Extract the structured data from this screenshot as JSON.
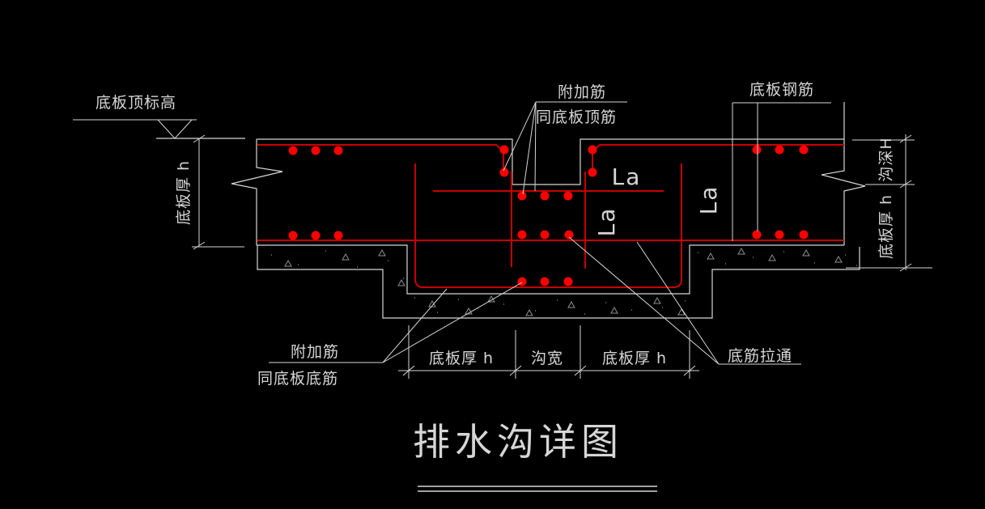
{
  "colors": {
    "background": "#000000",
    "line": "#d6d6d6",
    "rebar_line": "#c80000",
    "rebar_dot": "#ff0000",
    "texture": "#8f8f8f"
  },
  "drawing": {
    "title": "排水沟详图",
    "elevation_label": "底板顶标高",
    "dim_slab_thickness_left": "底板厚 h",
    "top_added_bar_label_line1": "附加筋",
    "top_added_bar_label_line2": "同底板顶筋",
    "slab_rebar_label": "底板钢筋",
    "dim_ditch_depth": "沟深H",
    "dim_slab_thickness_right": "底板厚 h",
    "la_horizontal": "La",
    "la_vertical_inner": "La",
    "la_vertical_outer": "La",
    "bottom_added_bar_label_line1": "附加筋",
    "bottom_added_bar_label_line2": "同底板底筋",
    "dim_bottom_left": "底板厚 h",
    "dim_bottom_width": "沟宽",
    "dim_bottom_right": "底板厚 h",
    "through_bar_label": "底筋拉通"
  }
}
